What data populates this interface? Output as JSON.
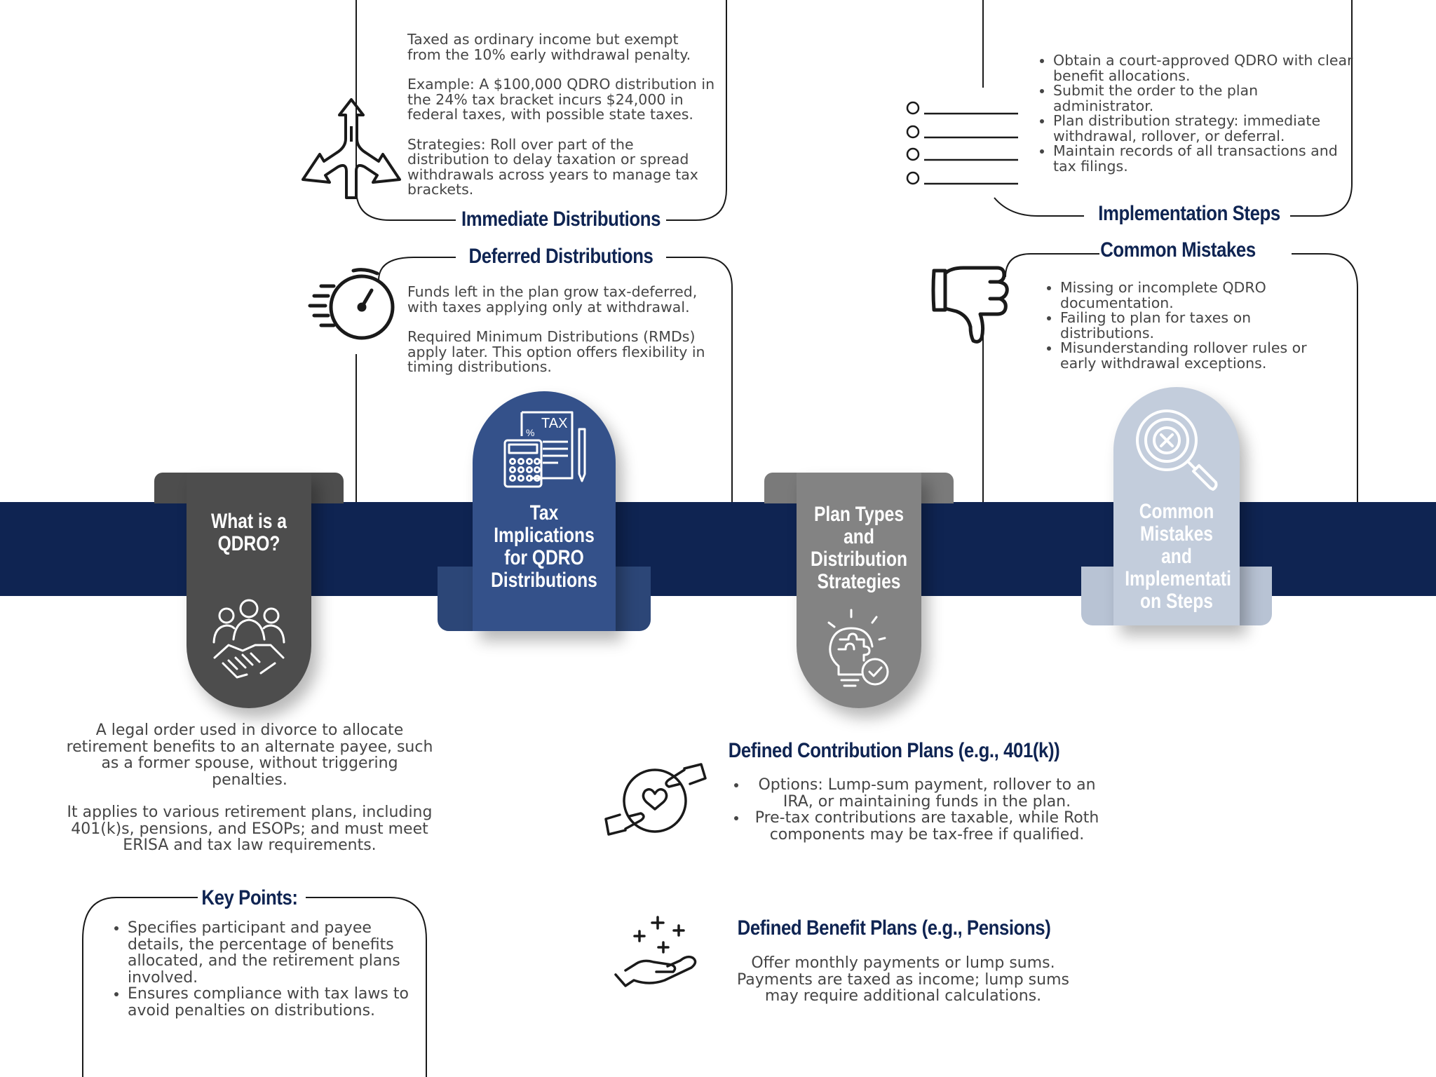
{
  "colors": {
    "navy": "#0f2452",
    "dark_gray": "#4d4d4d",
    "mid_blue": "#34518a",
    "gray": "#838383",
    "light_blue": "#c3cddc",
    "text": "#454545"
  },
  "pillars": [
    {
      "id": "qdro",
      "title": "What is a QDRO?",
      "icon": "handshake-team-icon"
    },
    {
      "id": "tax",
      "title": "Tax Implications for QDRO Distributions",
      "icon": "tax-calculator-icon"
    },
    {
      "id": "plan",
      "title": "Plan Types and Distribution Strategies",
      "icon": "puzzle-lightbulb-icon"
    },
    {
      "id": "mistakes",
      "title": "Common Mistakes and Implementati on Steps",
      "icon": "magnifier-x-icon"
    }
  ],
  "immediate": {
    "title": "Immediate Distributions",
    "icon": "arrows-split-icon",
    "p1": "Taxed as ordinary income but exempt from the 10% early withdrawal penalty.",
    "p2": "Example: A $100,000 QDRO distribution in the 24% tax bracket incurs $24,000 in federal taxes, with possible state taxes.",
    "p3": "Strategies: Roll over part of the distribution to delay taxation or spread withdrawals across years to manage tax brackets."
  },
  "deferred": {
    "title": "Deferred Distributions",
    "icon": "stopwatch-icon",
    "p1": "Funds left in the plan grow tax-deferred, with taxes applying only at withdrawal.",
    "p2": "Required Minimum Distributions (RMDs) apply later. This option offers flexibility in timing distributions."
  },
  "implementation": {
    "title": "Implementation Steps",
    "icon": "checklist-icon",
    "items": [
      "Obtain a court-approved QDRO with clear benefit allocations.",
      "Submit the order to the plan administrator.",
      "Plan distribution strategy: immediate withdrawal, rollover, or deferral.",
      "Maintain records of all transactions and tax filings."
    ]
  },
  "mistakes": {
    "title": "Common Mistakes",
    "icon": "thumbs-down-icon",
    "items": [
      "Missing or incomplete QDRO documentation.",
      "Failing to plan for taxes on distributions.",
      "Misunderstanding rollover rules or early withdrawal exceptions."
    ]
  },
  "qdro_text": {
    "p1": "A legal order used in divorce to allocate retirement benefits to an alternate payee, such as a former spouse, without triggering penalties.",
    "p2": "It applies to various retirement plans, including 401(k)s, pensions, and ESOPs; and must meet ERISA and tax law requirements."
  },
  "key_points": {
    "title": "Key Points:",
    "items": [
      "Specifies participant and payee details, the percentage of benefits allocated, and the retirement plans involved.",
      "Ensures compliance with tax laws to avoid penalties on distributions."
    ]
  },
  "dc_plans": {
    "title": "Defined Contribution Plans (e.g., 401(k))",
    "icon": "hands-heart-coin-icon",
    "items": [
      "Options: Lump-sum payment, rollover to an IRA, or maintaining funds in the plan.",
      "Pre-tax contributions are taxable, while Roth components may be tax-free if qualified."
    ]
  },
  "db_plans": {
    "title": "Defined Benefit Plans (e.g., Pensions)",
    "icon": "hand-plus-icon",
    "text": "Offer monthly payments or lump sums. Payments are taxed as income; lump sums may require additional calculations."
  }
}
